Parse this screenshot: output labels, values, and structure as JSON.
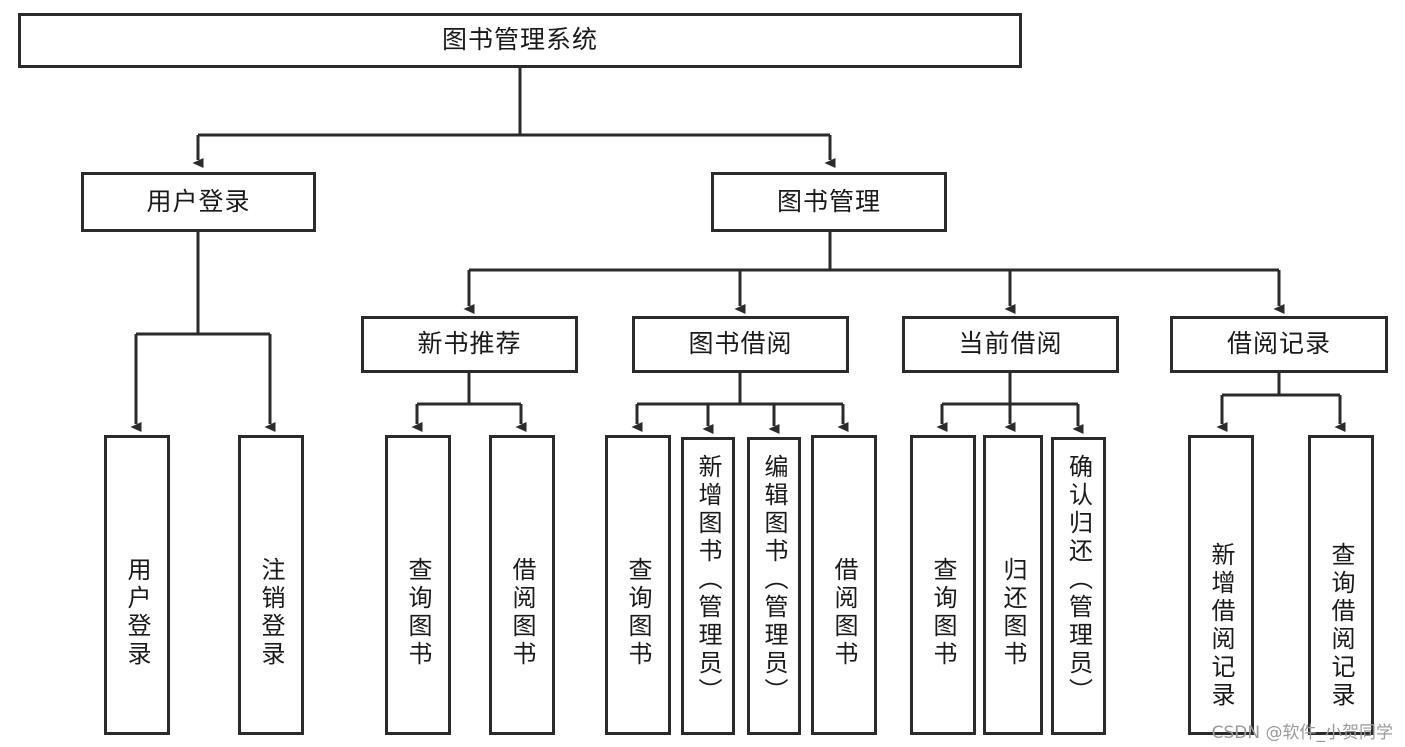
{
  "diagram": {
    "title": "图书管理系统",
    "type": "tree-hierarchy-diagram",
    "colors": {
      "box_border": "#2b2b2b",
      "box_fill": "#ffffff",
      "edge": "#2b2b2b",
      "text": "#1a1a1a",
      "watermark": "#9a9a9a",
      "background": "#ffffff"
    },
    "root": {
      "label": "图书管理系统"
    },
    "level2": [
      {
        "label": "用户登录"
      },
      {
        "label": "图书管理"
      }
    ],
    "level3": [
      {
        "label": "新书推荐"
      },
      {
        "label": "图书借阅"
      },
      {
        "label": "当前借阅"
      },
      {
        "label": "借阅记录"
      }
    ],
    "leaves": {
      "user_login": [
        {
          "label": "用户登录"
        },
        {
          "label": "注销登录"
        }
      ],
      "new_book_recommend": [
        {
          "label": "查询图书"
        },
        {
          "label": "借阅图书"
        }
      ],
      "book_borrow": [
        {
          "label": "查询图书"
        },
        {
          "label": "新增图书（管理员）"
        },
        {
          "label": "编辑图书（管理员）"
        },
        {
          "label": "借阅图书"
        }
      ],
      "current_borrow": [
        {
          "label": "查询图书"
        },
        {
          "label": "归还图书"
        },
        {
          "label": "确认归还（管理员）"
        }
      ],
      "borrow_record": [
        {
          "label": "新增借阅记录"
        },
        {
          "label": "查询借阅记录"
        }
      ]
    }
  },
  "watermark": {
    "text": "CSDN @软件_小贺同学"
  }
}
